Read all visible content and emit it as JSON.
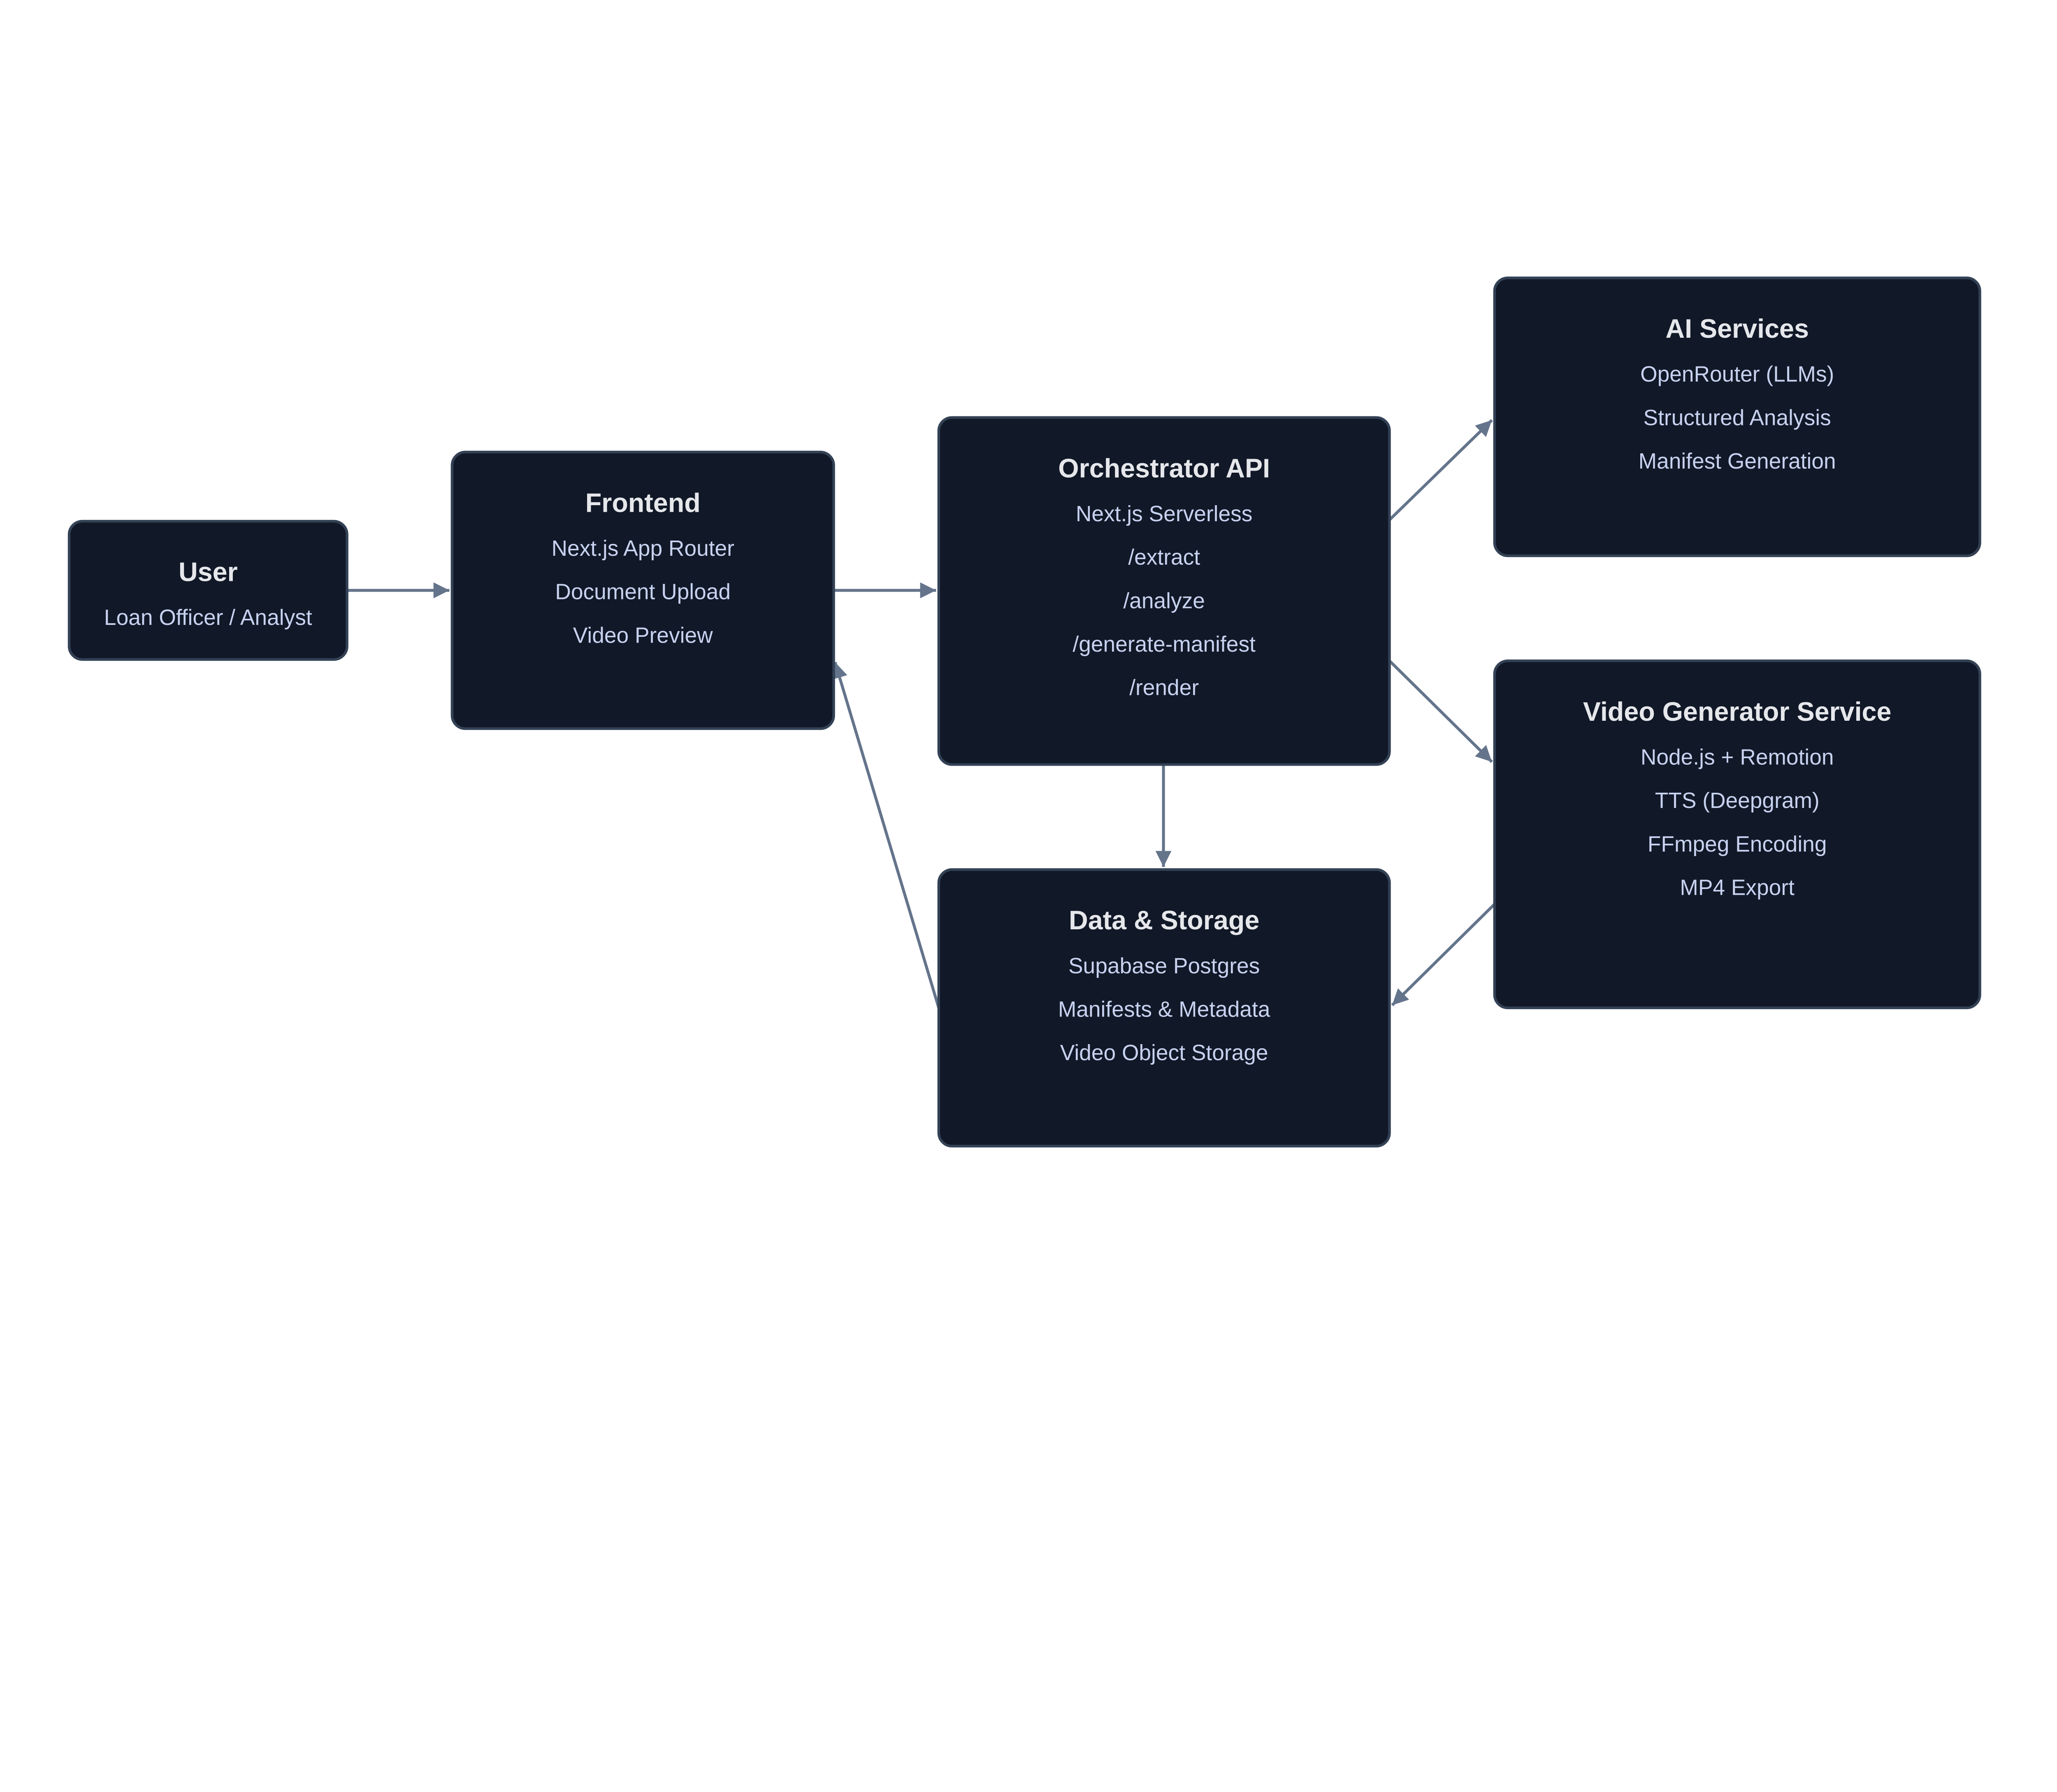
{
  "colors": {
    "node_fill": "#111827",
    "node_border": "#334155",
    "title": "#e5e7eb",
    "text": "#c7d2f0",
    "edge": "#64748b",
    "background": "#ffffff"
  },
  "nodes": [
    {
      "id": "user",
      "title": "User",
      "lines": [
        "Loan Officer / Analyst"
      ]
    },
    {
      "id": "frontend",
      "title": "Frontend",
      "lines": [
        "Next.js App Router",
        "Document Upload",
        "Video Preview"
      ]
    },
    {
      "id": "orchestrator",
      "title": "Orchestrator API",
      "lines": [
        "Next.js Serverless",
        "/extract",
        "/analyze",
        "/generate-manifest",
        "/render"
      ]
    },
    {
      "id": "ai",
      "title": "AI Services",
      "lines": [
        "OpenRouter (LLMs)",
        "Structured Analysis",
        "Manifest Generation"
      ]
    },
    {
      "id": "video",
      "title": "Video Generator Service",
      "lines": [
        "Node.js + Remotion",
        "TTS (Deepgram)",
        "FFmpeg Encoding",
        "MP4 Export"
      ]
    },
    {
      "id": "data",
      "title": "Data & Storage",
      "lines": [
        "Supabase Postgres",
        "Manifests & Metadata",
        "Video Object Storage"
      ]
    }
  ],
  "edges": [
    {
      "from": "user",
      "to": "frontend"
    },
    {
      "from": "frontend",
      "to": "orchestrator"
    },
    {
      "from": "orchestrator",
      "to": "ai"
    },
    {
      "from": "orchestrator",
      "to": "video"
    },
    {
      "from": "orchestrator",
      "to": "data"
    },
    {
      "from": "video",
      "to": "data"
    },
    {
      "from": "data",
      "to": "frontend"
    }
  ]
}
